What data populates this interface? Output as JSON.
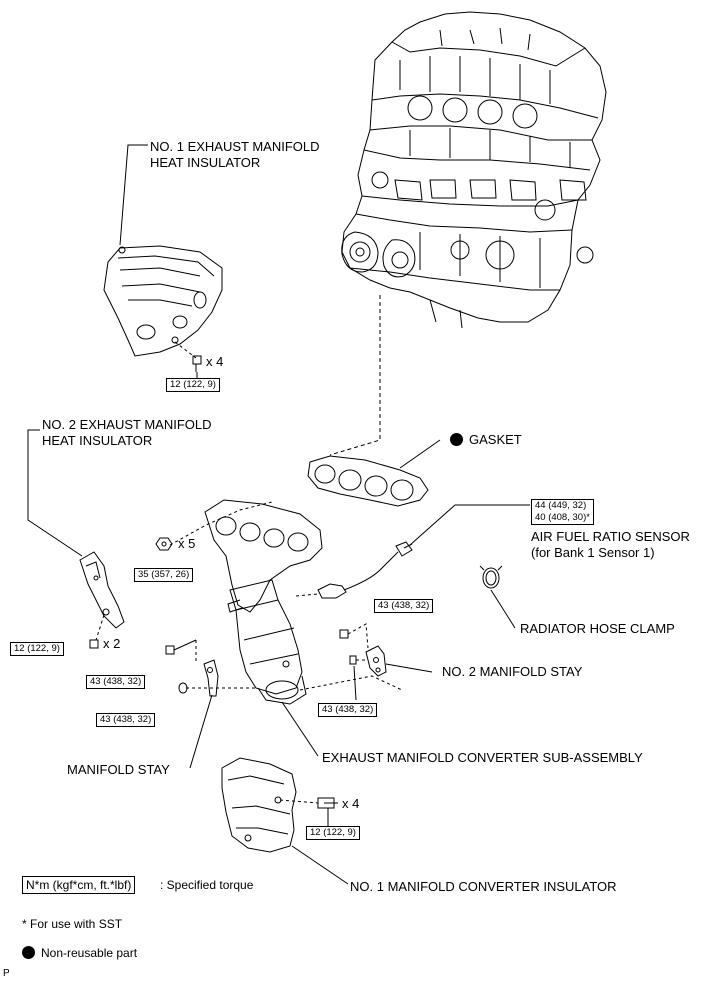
{
  "labels": {
    "heat_ins1_line1": "NO. 1 EXHAUST MANIFOLD",
    "heat_ins1_line2": "HEAT INSULATOR",
    "heat_ins2_line1": "NO. 2 EXHAUST MANIFOLD",
    "heat_ins2_line2": "HEAT INSULATOR",
    "gasket": "GASKET",
    "af_sensor_line1": "AIR FUEL RATIO SENSOR",
    "af_sensor_line2": "(for Bank 1 Sensor 1)",
    "radiator_clamp": "RADIATOR HOSE CLAMP",
    "no2_stay": "NO. 2 MANIFOLD STAY",
    "converter": "EXHAUST MANIFOLD CONVERTER SUB-ASSEMBLY",
    "manifold_stay": "MANIFOLD STAY",
    "converter_insulator": "NO. 1 MANIFOLD CONVERTER INSULATOR"
  },
  "torques": {
    "t_heat1": "12 (122, 9)",
    "t_nuts5": "35 (357, 26)",
    "t_heat2": "12 (122, 9)",
    "t_stay_bolt": "43 (438, 32)",
    "t_stay_nut": "43 (438, 32)",
    "t_no2_bolt": "43 (438, 32)",
    "t_no2_nut": "43 (438, 32)",
    "t_conv_ins": "12 (122, 9)",
    "t_sensor_a": "44 (449, 32)",
    "t_sensor_b": "40 (408, 30)*"
  },
  "quantities": {
    "q_heat1": "x 4",
    "q_nuts": "x 5",
    "q_heat2": "x 2",
    "q_conv_ins": "x 4"
  },
  "legend": {
    "torque_unit": "N*m (kgf*cm, ft.*lbf)",
    "torque_desc": ": Specified torque",
    "sst_note": "* For use with SST",
    "non_reusable": "Non-reusable part"
  },
  "corner_mark": "P"
}
